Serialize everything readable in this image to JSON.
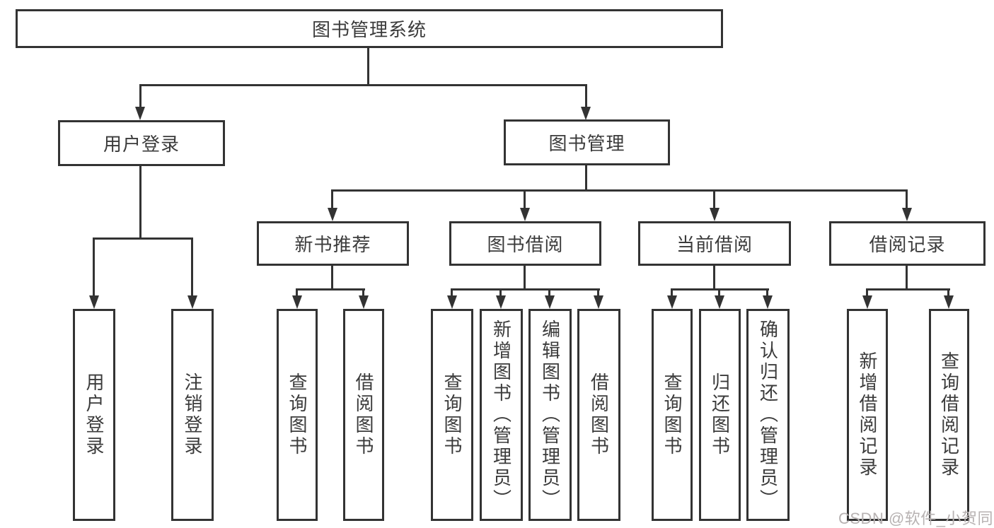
{
  "colors": {
    "background": "#ffffff",
    "line": "#333333",
    "box_border": "#333333",
    "text": "#3b3b3b",
    "watermark": "#b7b2b2"
  },
  "tree": {
    "root": {
      "label": "图书管理系统"
    },
    "branches": [
      {
        "label": "用户登录",
        "children": [
          {
            "label": "用户登录"
          },
          {
            "label": "注销登录"
          }
        ]
      },
      {
        "label": "图书管理",
        "children": [
          {
            "label": "新书推荐",
            "children": [
              {
                "label": "查询图书"
              },
              {
                "label": "借阅图书"
              }
            ]
          },
          {
            "label": "图书借阅",
            "children": [
              {
                "label": "查询图书"
              },
              {
                "label": "新增图书（管理员）"
              },
              {
                "label": "编辑图书（管理员）"
              },
              {
                "label": "借阅图书"
              }
            ]
          },
          {
            "label": "当前借阅",
            "children": [
              {
                "label": "查询图书"
              },
              {
                "label": "归还图书"
              },
              {
                "label": "确认归还（管理员）"
              }
            ]
          },
          {
            "label": "借阅记录",
            "children": [
              {
                "label": "新增借阅记录"
              },
              {
                "label": "查询借阅记录"
              }
            ]
          }
        ]
      }
    ]
  },
  "watermark": {
    "text": "CSDN @软件_小贺同学"
  }
}
